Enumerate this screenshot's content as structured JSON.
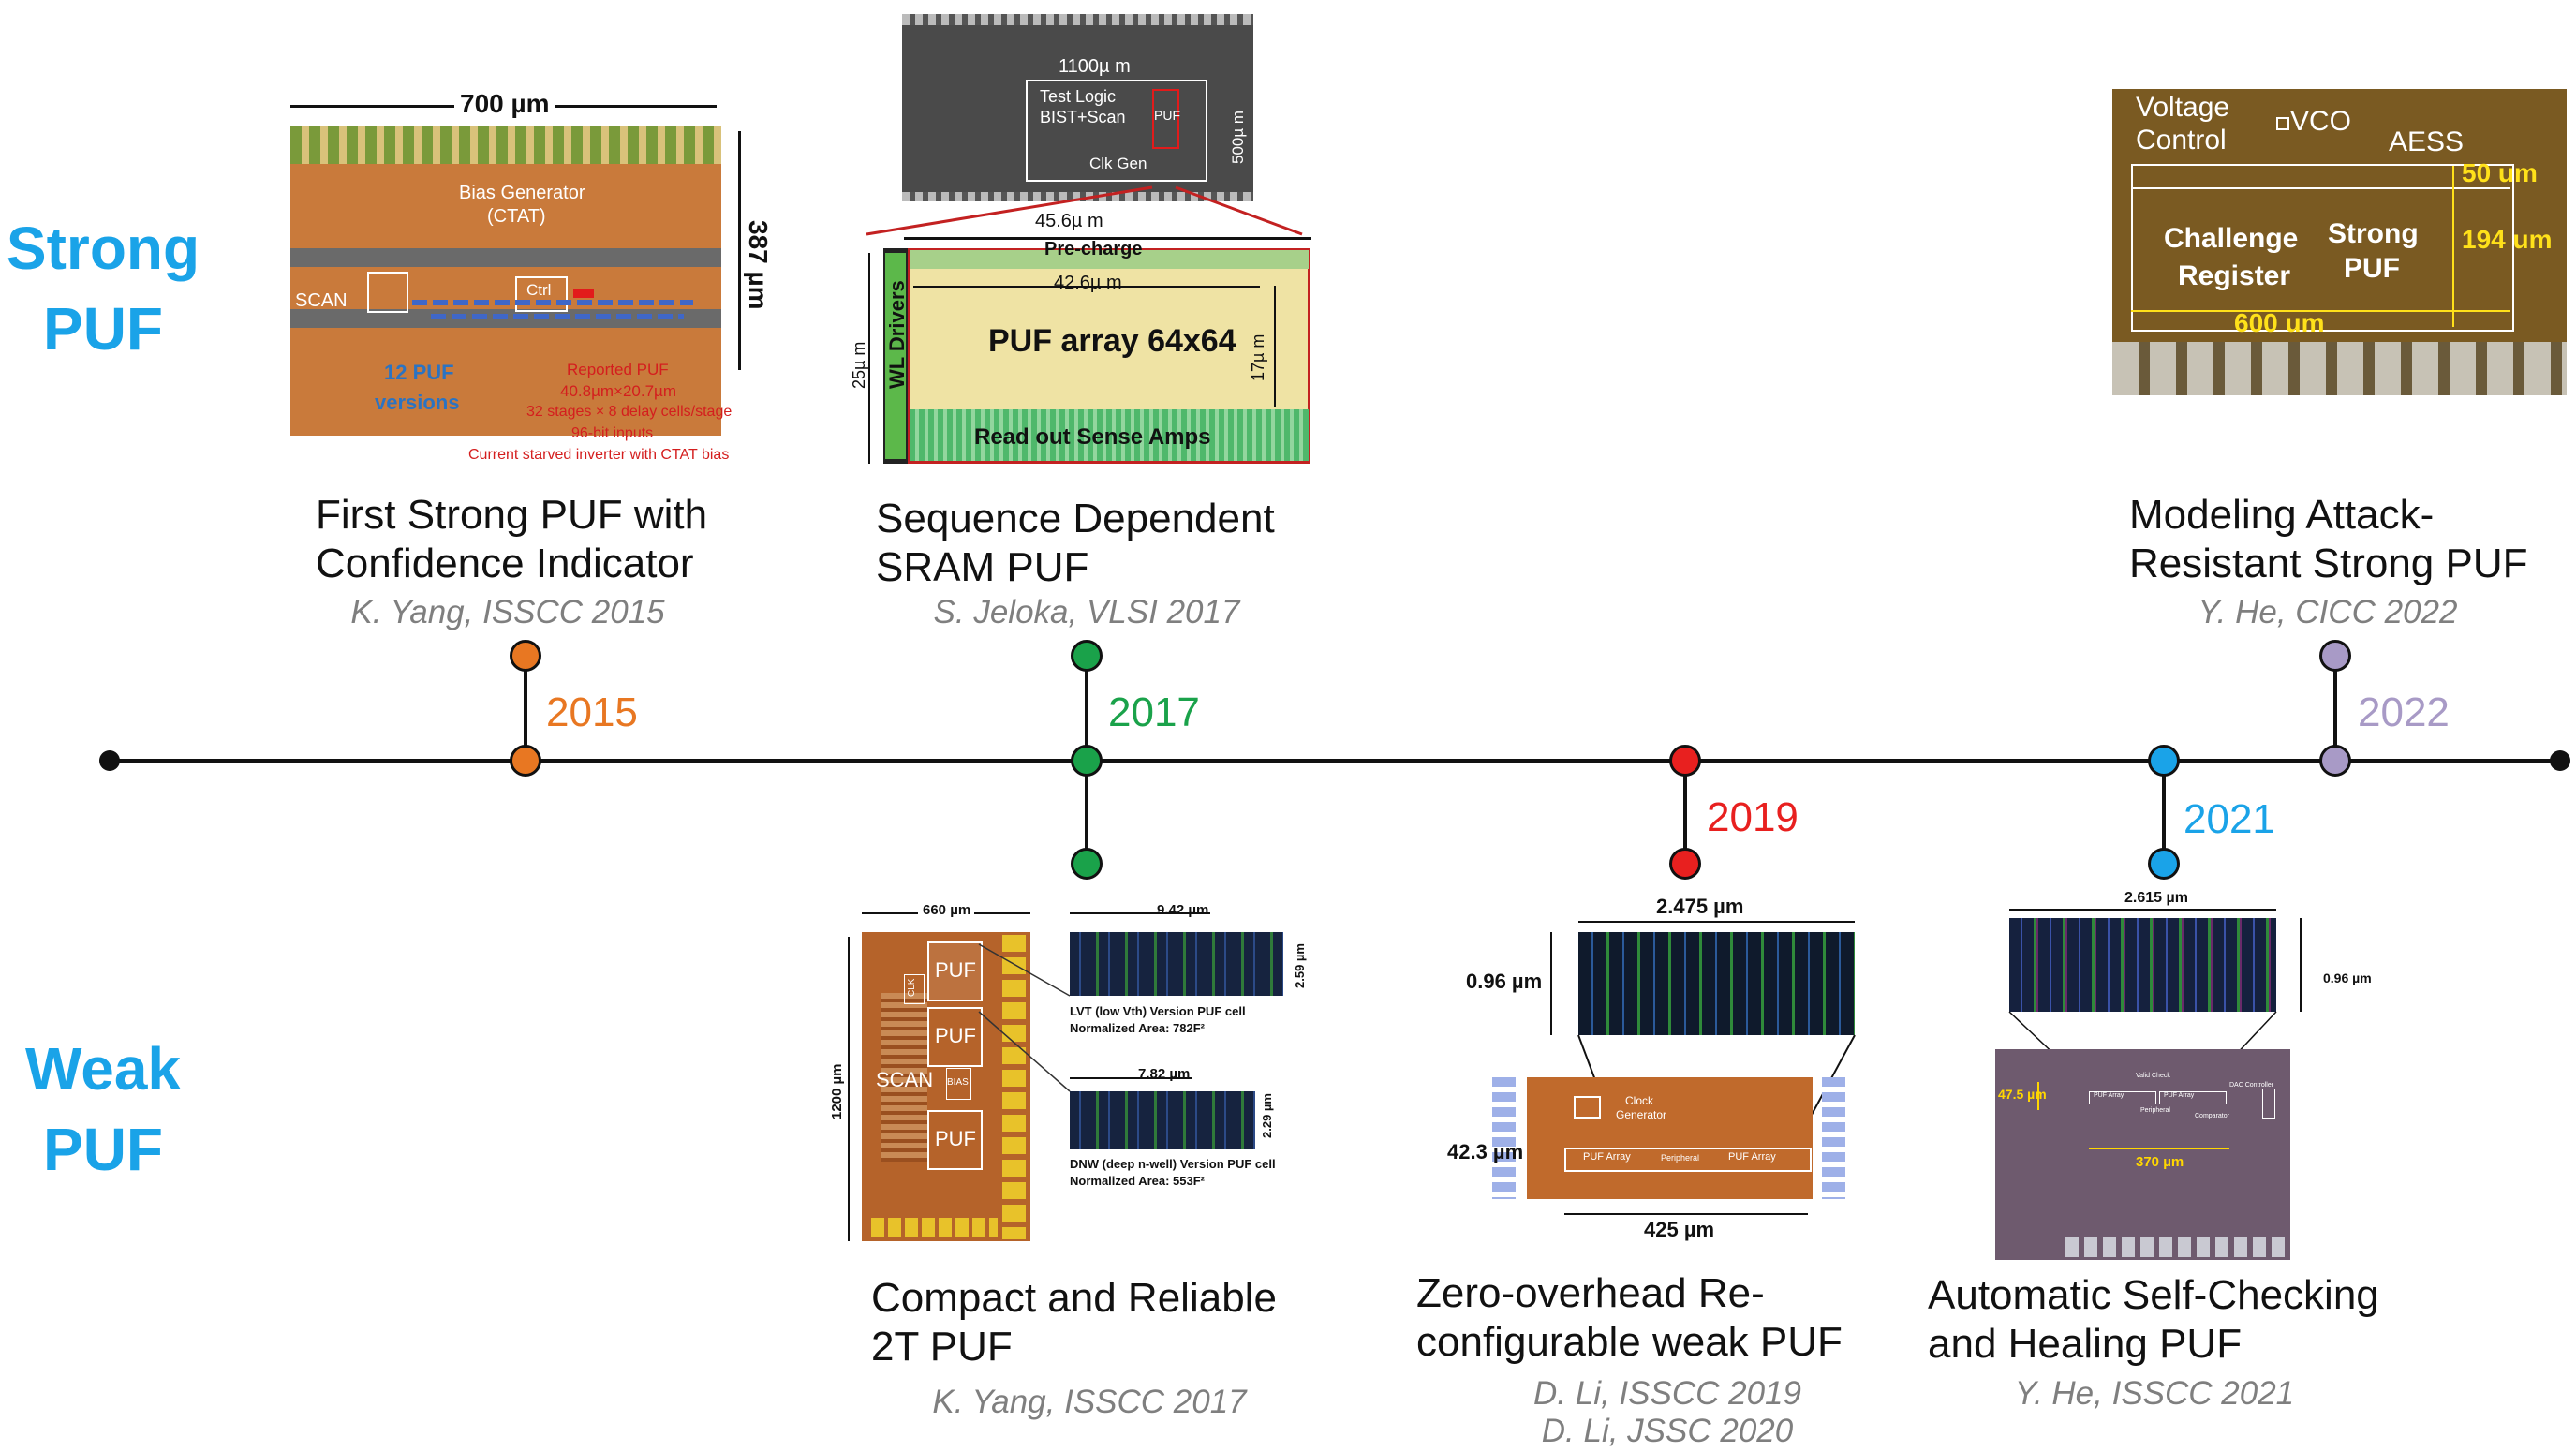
{
  "side_labels": {
    "strong": [
      "Strong",
      "PUF"
    ],
    "weak": [
      "Weak",
      "PUF"
    ]
  },
  "colors": {
    "2015": "#e87722",
    "2017": "#1aa24a",
    "2019": "#e8201f",
    "2021": "#1aa3e8",
    "2022": "#a89ac6"
  },
  "milestones": [
    {
      "year": "2015",
      "category": "strong",
      "title": [
        "First Strong PUF with",
        "Confidence Indicator"
      ],
      "citation": [
        "K. Yang, ISSCC 2015"
      ]
    },
    {
      "year": "2017",
      "category": "strong",
      "title": [
        "Sequence Dependent",
        "SRAM PUF"
      ],
      "citation": [
        "S. Jeloka, VLSI 2017"
      ]
    },
    {
      "year": "2017",
      "category": "weak",
      "title": [
        "Compact and Reliable",
        "2T PUF"
      ],
      "citation": [
        "K. Yang, ISSCC 2017"
      ]
    },
    {
      "year": "2019",
      "category": "weak",
      "title": [
        "Zero-overhead Re-",
        "configurable weak PUF"
      ],
      "citation": [
        "D. Li, ISSCC 2019",
        "D. Li, JSSC 2020"
      ]
    },
    {
      "year": "2021",
      "category": "weak",
      "title": [
        "Automatic Self-Checking",
        "and Healing PUF"
      ],
      "citation": [
        "Y. He, ISSCC 2021"
      ]
    },
    {
      "year": "2022",
      "category": "strong",
      "title": [
        "Modeling Attack-",
        "Resistant Strong PUF"
      ],
      "citation": [
        "Y. He, CICC 2022"
      ]
    }
  ],
  "chip_2015": {
    "width": "700 µm",
    "height": "387 µm",
    "bias": [
      "Bias Generator",
      "(CTAT)"
    ],
    "scan": "SCAN",
    "ctrl": "Ctrl",
    "versions": [
      "12 PUF",
      "versions"
    ],
    "reported": [
      "Reported PUF",
      "40.8µm×20.7µm",
      "32 stages × 8 delay cells/stage",
      "96-bit inputs",
      "Current starved inverter with CTAT bias"
    ]
  },
  "chip_2017_sram": {
    "die_width": "1100µ m",
    "die_height": "500µ m",
    "logic": [
      "Test Logic",
      "BIST+Scan"
    ],
    "puf": "PUF",
    "clk": "Clk Gen",
    "width": "45.6µ m",
    "precharge": "Pre-charge",
    "inner_width": "42.6µ m",
    "array": "PUF array 64x64",
    "inner_height": "17µ m",
    "height": "25µ m",
    "drivers": "WL Drivers",
    "sense": "Read out Sense Amps"
  },
  "chip_2017_2t": {
    "width": "660 µm",
    "height": "1200 µm",
    "puf": "PUF",
    "scan": "SCAN",
    "clk": "CLK",
    "bias": "BIAS",
    "lvt_width": "9.42 µm",
    "lvt_height": "2.59 µm",
    "lvt_caption": [
      "LVT (low Vth) Version PUF cell",
      "Normalized Area: 782F²"
    ],
    "dnw_width": "7.82 µm",
    "dnw_height": "2.29 µm",
    "dnw_caption": [
      "DNW (deep n-well) Version PUF cell",
      "Normalized Area: 553F²"
    ]
  },
  "chip_2019": {
    "cell_width": "2.475 µm",
    "cell_height": "0.96 µm",
    "clock": [
      "Clock",
      "Generator"
    ],
    "array": "PUF Array",
    "periph": "Peripheral",
    "height": "42.3 µm",
    "width": "425 µm"
  },
  "chip_2021": {
    "cell_width": "2.615 µm",
    "cell_height": "0.96 µm",
    "height": "47.5 µm",
    "width": "370 µm",
    "valid": "Valid Check",
    "array": "PUF Array",
    "periph": "Peripheral",
    "dac": "DAC Controller",
    "comp": "Comparator"
  },
  "chip_2022": {
    "voltage": [
      "Voltage",
      "Control"
    ],
    "vco": "VCO",
    "aess": "AESS",
    "challenge": [
      "Challenge",
      "Register"
    ],
    "strong": [
      "Strong",
      "PUF"
    ],
    "h1": "50 um",
    "h2": "194 um",
    "width": "600 um"
  }
}
